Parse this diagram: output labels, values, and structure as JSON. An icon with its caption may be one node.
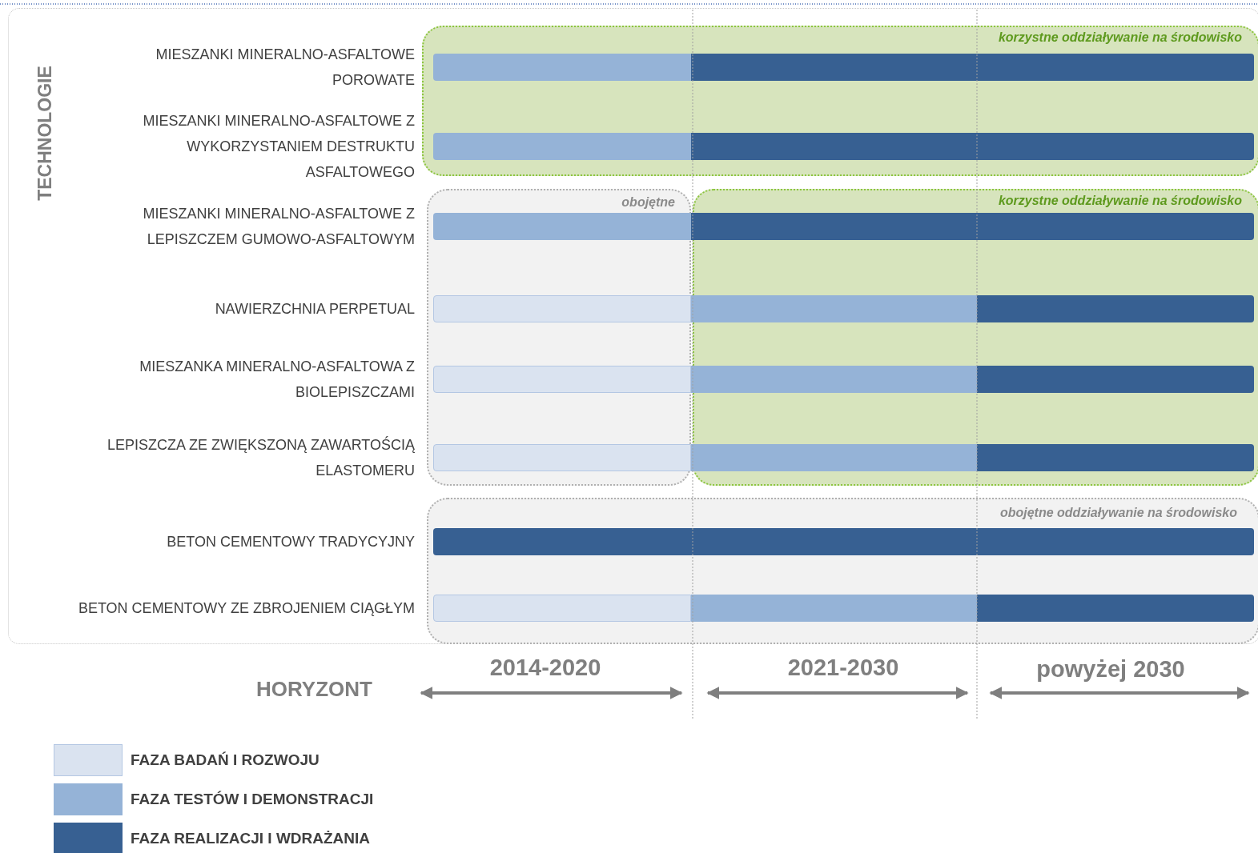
{
  "diagram": {
    "nodes": [
      {
        "text": [
          "TECHNOLOGIE"
        ]
      },
      {
        "text": [
          "korzystne oddziaływanie na środowisko"
        ],
        "in": 0
      },
      {
        "text": [
          "obojętne"
        ],
        "in": 0
      },
      {
        "text": [
          "korzystne oddziaływanie na środowisko"
        ],
        "in": 0
      },
      {
        "text": [
          "obojętne oddziaływanie na środowisko"
        ],
        "in": 0
      },
      {
        "text": [],
        "shape": "bar",
        "in": 1
      },
      {
        "text": [],
        "shape": "bar",
        "in": 1
      },
      {
        "text": [],
        "shape": "bar",
        "in": 1
      },
      {
        "text": [],
        "shape": "bar",
        "in": 1
      },
      {
        "text": [],
        "shape": "bar",
        "in": 2
      },
      {
        "text": [],
        "shape": "bar",
        "in": 3
      },
      {
        "text": [],
        "shape": "bar",
        "in": 2
      },
      {
        "text": [],
        "shape": "bar",
        "in": 3
      },
      {
        "text": [],
        "shape": "bar",
        "in": 3
      },
      {
        "text": [],
        "shape": "bar",
        "in": 2
      },
      {
        "text": [],
        "shape": "bar",
        "in": 3
      },
      {
        "text": [],
        "shape": "bar",
        "in": 3
      },
      {
        "text": [],
        "shape": "bar",
        "in": 2
      },
      {
        "text": [],
        "shape": "bar",
        "in": 3
      },
      {
        "text": [],
        "shape": "bar",
        "in": 3
      },
      {
        "text": [],
        "shape": "bar",
        "in": 4
      },
      {
        "text": [],
        "shape": "bar",
        "in": 4
      },
      {
        "text": [],
        "shape": "bar",
        "in": 4
      },
      {
        "text": [],
        "shape": "bar",
        "in": 4
      }
    ],
    "labels": [
      "MIESZANKI MINERALNO-ASFALTOWE POROWATE",
      "MIESZANKI MINERALNO-ASFALTOWE Z WYKORZYSTANIEM DESTRUKTU ASFALTOWEGO",
      "MIESZANKI MINERALNO-ASFALTOWE Z LEPISZCZEM GUMOWO-ASFALTOWYM",
      "NAWIERZCHNIA PERPETUAL",
      "MIESZANKA MINERALNO-ASFALTOWA Z BIOLEPISZCZAMI",
      "LEPISZCZA ZE ZWIĘKSZONĄ ZAWARTOŚCIĄ ELASTOMERU",
      "BETON CEMENTOWY TRADYCYJNY",
      "BETON CEMENTOWY ZE ZBROJENIEM CIĄGŁYM",
      "2014-2020",
      "2021-2030",
      "powyżej 2030",
      "HORYZONT"
    ],
    "legend": [
      {
        "text": "FAZA BADAŃ I ROZWOJU",
        "color": "#dae3f0"
      },
      {
        "text": "FAZA TESTÓW I DEMONSTRACJI",
        "color": "#95b3d7"
      },
      {
        "text": "FAZA REALIZACJI I WDRAŻANIA",
        "color": "#376092"
      }
    ]
  }
}
